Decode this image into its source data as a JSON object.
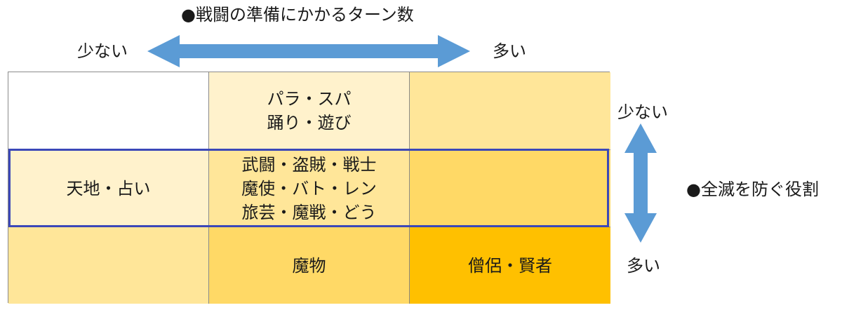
{
  "horizontal_axis": {
    "title": "●戦闘の準備にかかるターン数",
    "low_label": "少ない",
    "high_label": "多い"
  },
  "vertical_axis": {
    "title": "●全滅を防ぐ役割",
    "low_label": "少ない",
    "high_label": "多い"
  },
  "colors": {
    "arrow": "#5b9bd5",
    "highlight_border": "#3c48b8",
    "grid_line": "#8a8a8a"
  },
  "grid": [
    [
      {
        "text": "",
        "color": "#ffffff"
      },
      {
        "text": "パラ・スパ\n踊り・遊び",
        "color": "#fff2cc"
      },
      {
        "text": "",
        "color": "#ffe699"
      }
    ],
    [
      {
        "text": "天地・占い",
        "color": "#fff2cc"
      },
      {
        "text": "武闘・盗賊・戦士\n魔使・バト・レン\n旅芸・魔戦・どう",
        "color": "#ffe699"
      },
      {
        "text": "",
        "color": "#ffd966"
      }
    ],
    [
      {
        "text": "",
        "color": "#ffe699"
      },
      {
        "text": "魔物",
        "color": "#ffd966"
      },
      {
        "text": "僧侶・賢者",
        "color": "#ffc000"
      }
    ]
  ]
}
